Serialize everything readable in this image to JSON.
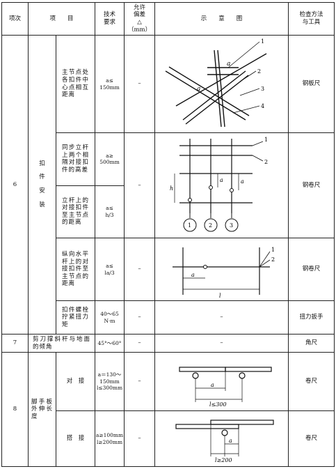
{
  "headers": {
    "seq": "项次",
    "item": "项　　目",
    "tech": "技术\n要求",
    "tolerance": "允许\n偏差\n△\n（mm）",
    "diagram": "示　　意　　图",
    "method": "检查方法\n与工具"
  },
  "rows": [
    {
      "seq": "6",
      "group": "扣\n件\n安\n装",
      "desc": "主节点处各扣件中心点相互距离",
      "req": "a≤\n150mm",
      "tol": "–",
      "method": "钢板尺"
    },
    {
      "desc": "同步立杆上两个相隔对接扣件的高差",
      "req": "a≥\n500mm",
      "tol": "–",
      "method": "钢卷尺"
    },
    {
      "desc": "立杆上的对接扣件至主节点的距离",
      "req": "a≤\nh/3"
    },
    {
      "desc": "纵向水平杆上的对接扣件至主节点的距离",
      "req": "a≤\nla/3",
      "tol": "–",
      "method": "钢卷尺"
    },
    {
      "desc": "扣件螺栓拧紧扭力矩",
      "req": "40～65\nN·m",
      "tol": "–",
      "diagram": "–",
      "method": "扭力扳手"
    },
    {
      "seq": "7",
      "desc": "剪刀撑斜杆与地面的倾角",
      "req": "45°～60°",
      "tol": "–",
      "diagram": "–",
      "method": "角尺"
    },
    {
      "seq": "8",
      "group": "脚手板外伸长度",
      "sub": "对　接",
      "req": "a＝130～\n150mm\nl≤300mm",
      "tol": "–",
      "method": "卷尺"
    },
    {
      "sub": "搭　接",
      "req": "a≥100mm\nl≥200mm",
      "tol": "–",
      "method": "卷尺"
    }
  ],
  "diagram_labels": {
    "a": "a",
    "h": "h",
    "l": "l",
    "c1": "1",
    "c2": "2",
    "c3": "3",
    "n1": "1",
    "n2": "2",
    "n3": "3",
    "n4": "4",
    "l300": "l≤300",
    "l200": "l≥200"
  }
}
